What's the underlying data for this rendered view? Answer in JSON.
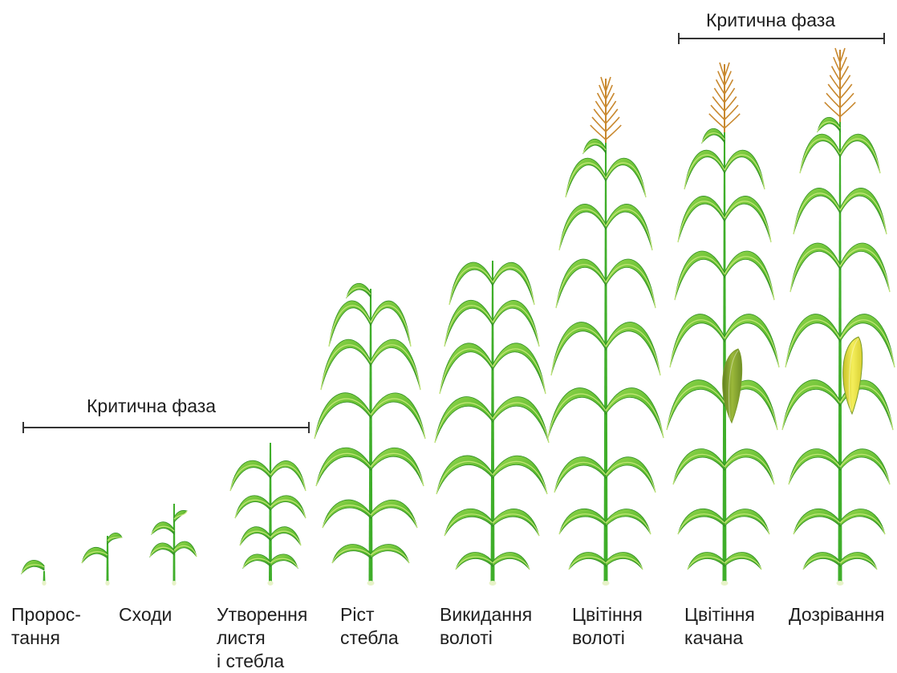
{
  "critical_phases": [
    {
      "label": "Критична фаза"
    },
    {
      "label": "Критична фаза"
    }
  ],
  "stages": [
    {
      "label": "Пророс-\nтання"
    },
    {
      "label": "Сходи"
    },
    {
      "label": "Утворення\nлистя\nі стебла"
    },
    {
      "label": "Ріст\nстебла"
    },
    {
      "label": "Викидання\nволоті"
    },
    {
      "label": "Цвітіння\nволоті"
    },
    {
      "label": "Цвітіння\nкачана"
    },
    {
      "label": "Дозрівання"
    }
  ],
  "colors": {
    "stem": "#3fae2a",
    "leaf_light": "#8cd046",
    "leaf_dark": "#2e8f22",
    "leaf_edge": "#c9e97a",
    "tassel": "#c8882e",
    "ear_green": "#7a9a2a",
    "ear_yellow": "#e6dc3c",
    "line": "#333333"
  }
}
